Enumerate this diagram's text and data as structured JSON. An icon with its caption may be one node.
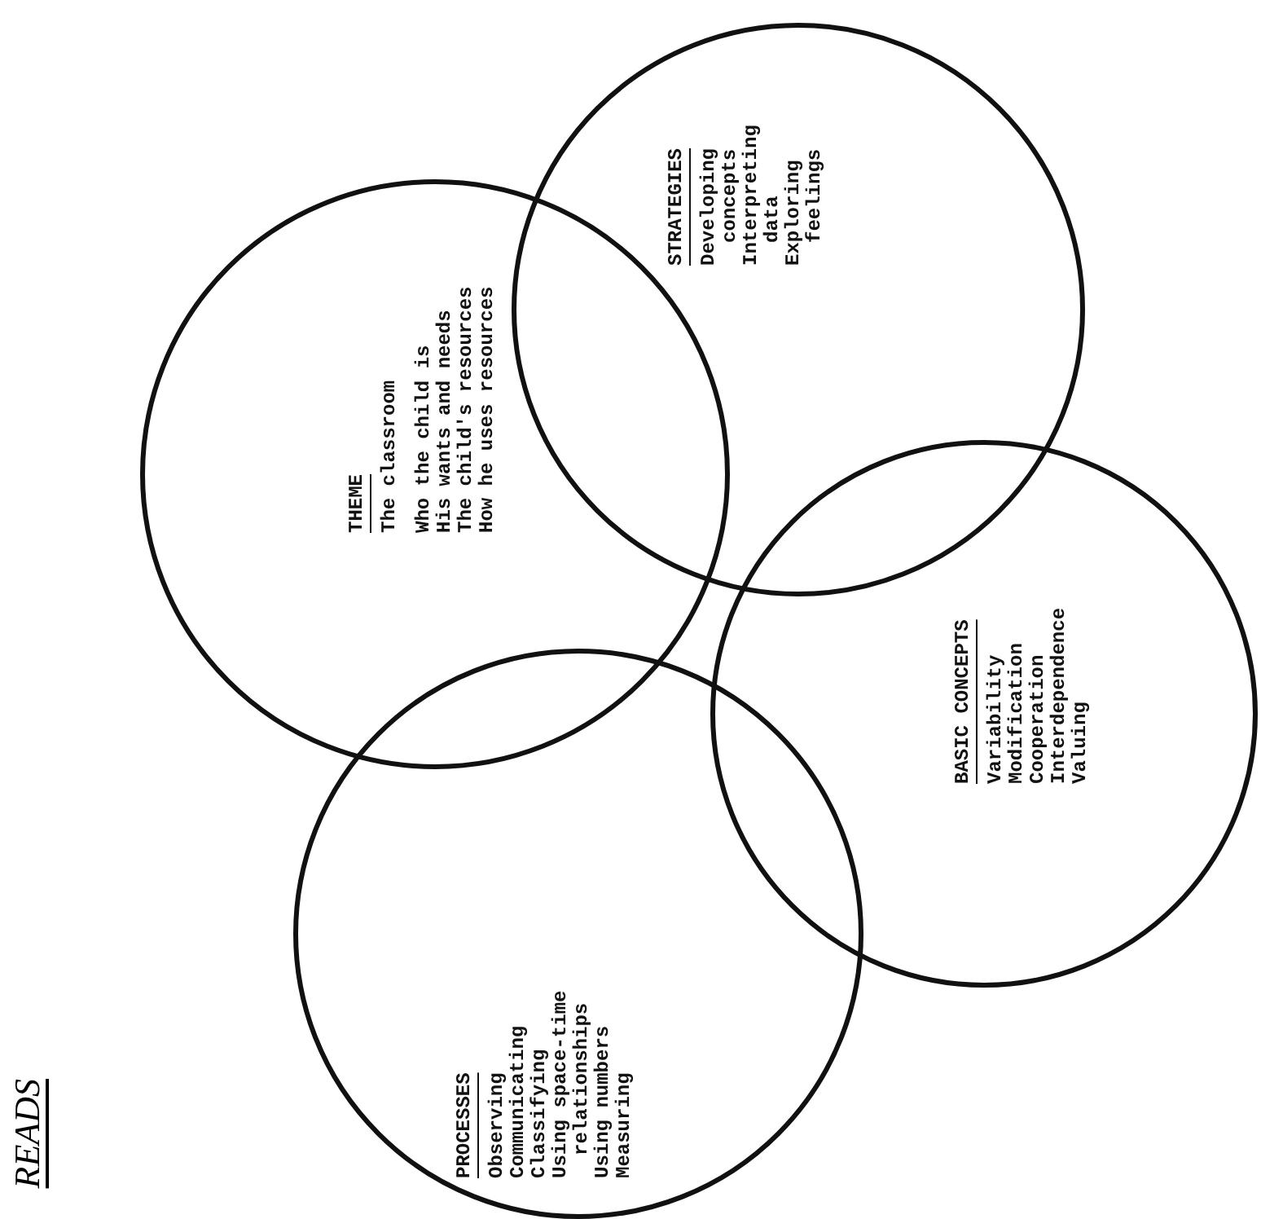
{
  "diagram": {
    "nodes": [
      {
        "text": [
          "STRATEGIES",
          "Developing concepts",
          "Interpreting data",
          "Exploring feelings"
        ]
      },
      {
        "text": [
          "THEME",
          "The classroom",
          "Who the child is",
          "His wants and needs",
          "The child's resources",
          "How he uses resources"
        ]
      },
      {
        "text": [
          "BASIC CONCEPTS",
          "Variability",
          "Modification",
          "Cooperation",
          "Interdependence",
          "Valuing"
        ]
      },
      {
        "text": [
          "PROCESSES",
          "Observing",
          "Communicating",
          "Classifying",
          "Using space-time relationships",
          "Using numbers",
          "Measuring"
        ]
      }
    ],
    "edges": [],
    "labels": [
      "READS"
    ]
  }
}
